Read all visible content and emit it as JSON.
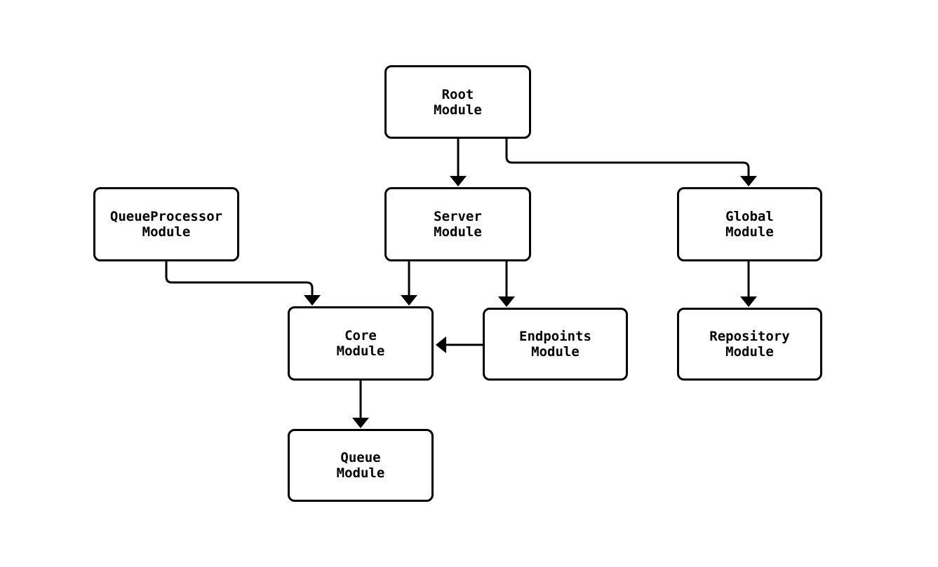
{
  "app": {
    "background_color": "#ffffff",
    "stroke_color": "#000000",
    "box_fill_color": "#ffffff"
  },
  "diagram": {
    "type": "module-dependency-graph",
    "nodes": [
      {
        "id": "root",
        "line1": "Root",
        "line2": "Module"
      },
      {
        "id": "queueprocessor",
        "line1": "QueueProcessor",
        "line2": "Module"
      },
      {
        "id": "server",
        "line1": "Server",
        "line2": "Module"
      },
      {
        "id": "global",
        "line1": "Global",
        "line2": "Module"
      },
      {
        "id": "core",
        "line1": "Core",
        "line2": "Module"
      },
      {
        "id": "endpoints",
        "line1": "Endpoints",
        "line2": "Module"
      },
      {
        "id": "repository",
        "line1": "Repository",
        "line2": "Module"
      },
      {
        "id": "queue",
        "line1": "Queue",
        "line2": "Module"
      }
    ],
    "edges": [
      {
        "from": "root",
        "to": "server"
      },
      {
        "from": "root",
        "to": "global"
      },
      {
        "from": "queueprocessor",
        "to": "core"
      },
      {
        "from": "server",
        "to": "core"
      },
      {
        "from": "server",
        "to": "endpoints"
      },
      {
        "from": "endpoints",
        "to": "core"
      },
      {
        "from": "global",
        "to": "repository"
      },
      {
        "from": "core",
        "to": "queue"
      }
    ]
  }
}
